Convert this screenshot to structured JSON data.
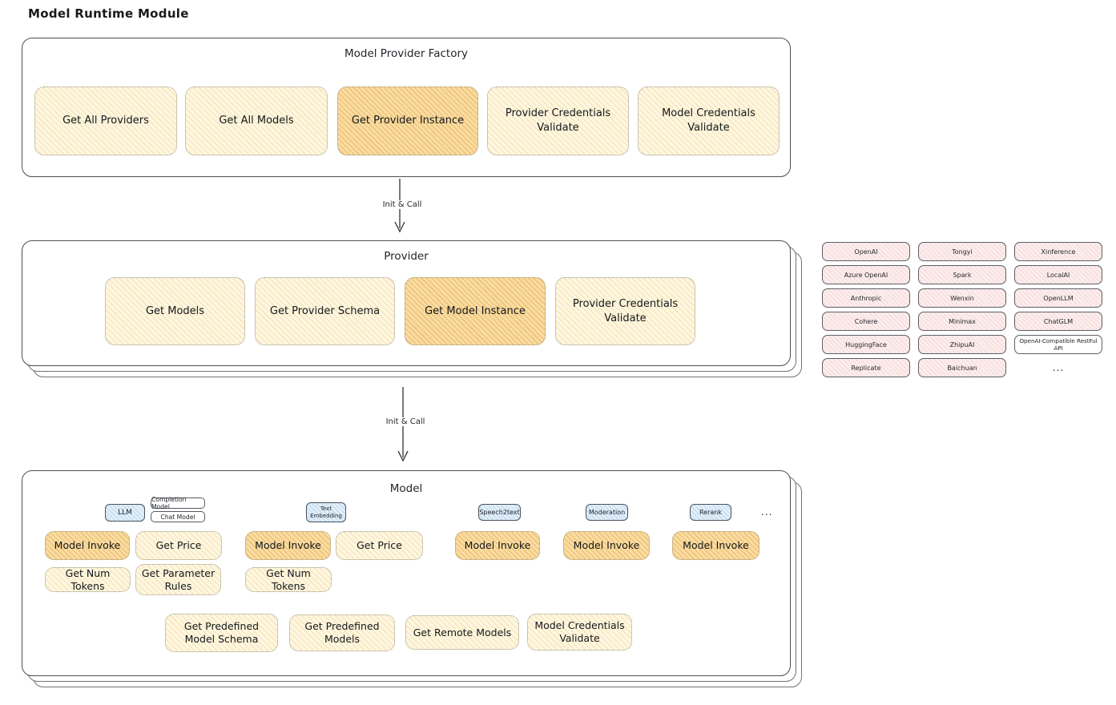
{
  "page_title": "Model Runtime Module",
  "colors": {
    "panel_border": "#4a4e54",
    "yellow_fill": "#fdf7e2",
    "orange_highlight_fill": "#f9dda4",
    "blue_tab_fill": "#e2eff9",
    "pink_chip_fill": "#fceeee",
    "text": "#1f2328"
  },
  "factory": {
    "title": "Model Provider Factory",
    "nodes": [
      "Get All Providers",
      "Get All Models",
      "Get Provider Instance",
      "Provider Credentials Validate",
      "Model Credentials Validate"
    ]
  },
  "flow": {
    "arrow1_label": "Init & Call",
    "arrow2_label": "Init & Call"
  },
  "provider": {
    "title": "Provider",
    "nodes": [
      "Get Models",
      "Get Provider Schema",
      "Get Model Instance",
      "Provider Credentials Validate"
    ]
  },
  "providers": {
    "items": [
      "OpenAI",
      "Tongyi",
      "Xinference",
      "Azure OpenAI",
      "Spark",
      "LocalAI",
      "Anthropic",
      "Wenxin",
      "OpenLLM",
      "Cohere",
      "Minimax",
      "ChatGLM",
      "HuggingFace",
      "ZhipuAI",
      "OpenAI-Compatible RestFul API",
      "Replicate",
      "Baichuan",
      "..."
    ]
  },
  "model": {
    "title": "Model",
    "tabs": {
      "llm": "LLM",
      "completion_model": "Completion Model",
      "chat_model": "Chat Model",
      "text_embedding": "Text Embedding",
      "speech2text": "Speech2text",
      "moderation": "Moderation",
      "rerank": "Rerank",
      "more": "..."
    },
    "buttons": {
      "llm_model_invoke": "Model Invoke",
      "llm_get_price": "Get Price",
      "llm_get_num_tokens": "Get Num Tokens",
      "llm_get_parameter_rules": "Get Parameter Rules",
      "te_model_invoke": "Model Invoke",
      "te_get_price": "Get Price",
      "te_get_num_tokens": "Get Num Tokens",
      "s2t_model_invoke": "Model Invoke",
      "moderation_model_invoke": "Model Invoke",
      "rerank_model_invoke": "Model Invoke",
      "get_predefined_model_schema": "Get Predefined Model Schema",
      "get_predefined_models": "Get Predefined Models",
      "get_remote_models": "Get Remote Models",
      "model_credentials_validate": "Model Credentials Validate"
    }
  }
}
